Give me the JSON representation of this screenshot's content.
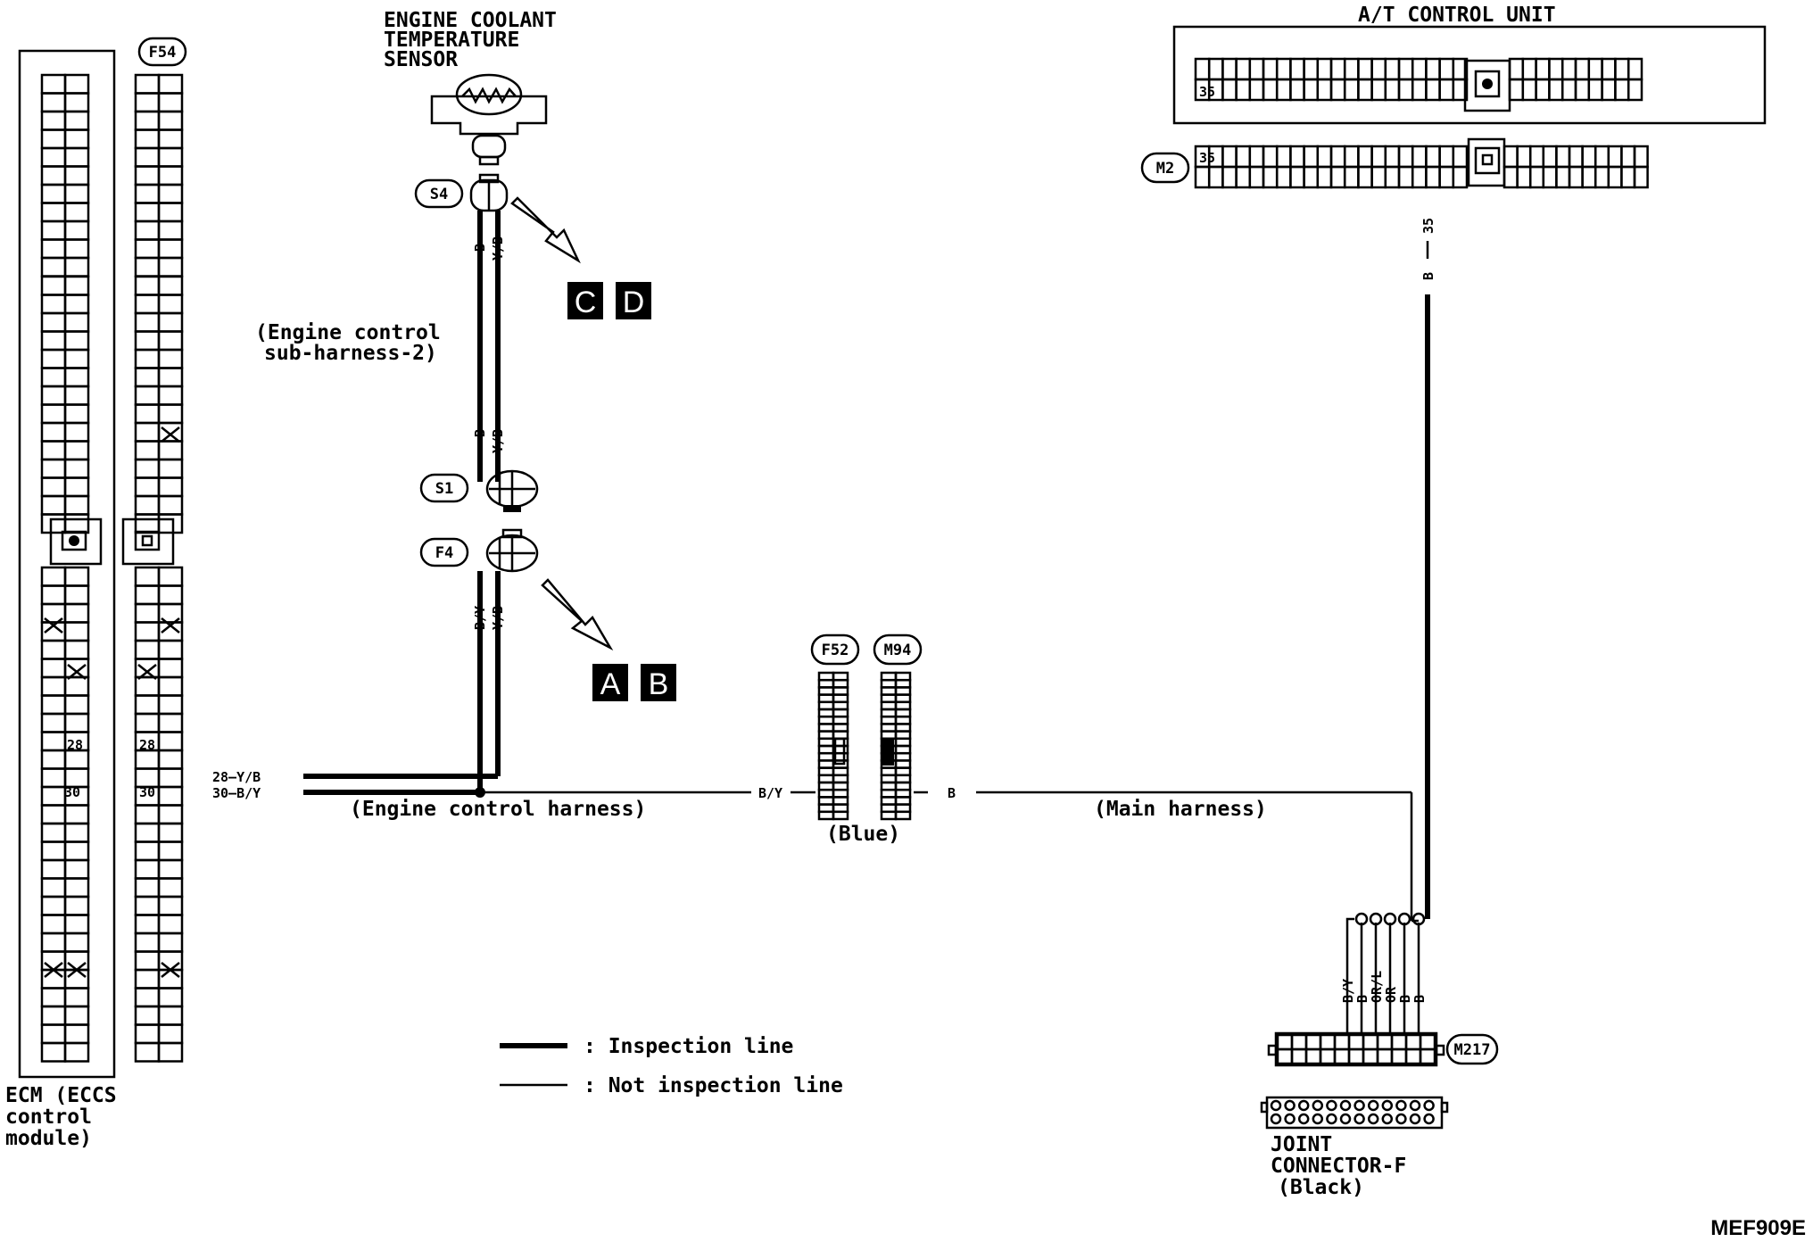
{
  "ecm": {
    "label_line1": "ECM (ECCS",
    "label_line2": "control",
    "label_line3": "module)",
    "connector": "F54",
    "pin28": "28",
    "pin30": "30"
  },
  "sensor": {
    "title_line1": "ENGINE COOLANT",
    "title_line2": "TEMPERATURE",
    "title_line3": "SENSOR",
    "connector": "S4"
  },
  "tcu": {
    "title": "A/T CONTROL UNIT",
    "connector": "M2",
    "pin": "35"
  },
  "connectors": {
    "s1": "S1",
    "f4": "F4",
    "f52": "F52",
    "m94": "M94",
    "m217": "M217"
  },
  "wires": {
    "sub_harness_line1": "(Engine control",
    "sub_harness_line2": "sub-harness-2)",
    "engine_harness": "(Engine control harness)",
    "main_harness": "(Main harness)",
    "blue": "(Blue)",
    "w28": "28—Y/B",
    "w30": "30—B/Y",
    "by_left": "B/Y",
    "b_right": "B",
    "b": "B",
    "yb": "Y/B",
    "by": "B/Y",
    "tcu_b": "B",
    "tcu_35": "35"
  },
  "joint": {
    "label_line1": "JOINT",
    "label_line2": "CONNECTOR-F",
    "label_line3": "(Black)",
    "wires": [
      "B/Y",
      "B",
      "OR/L",
      "OR",
      "B",
      "B"
    ]
  },
  "callouts": {
    "c": "C",
    "d": "D",
    "a": "A",
    "b": "B"
  },
  "legend": {
    "inspection": ": Inspection line",
    "not_inspection": ": Not inspection line"
  },
  "figure_code": "MEF909E"
}
